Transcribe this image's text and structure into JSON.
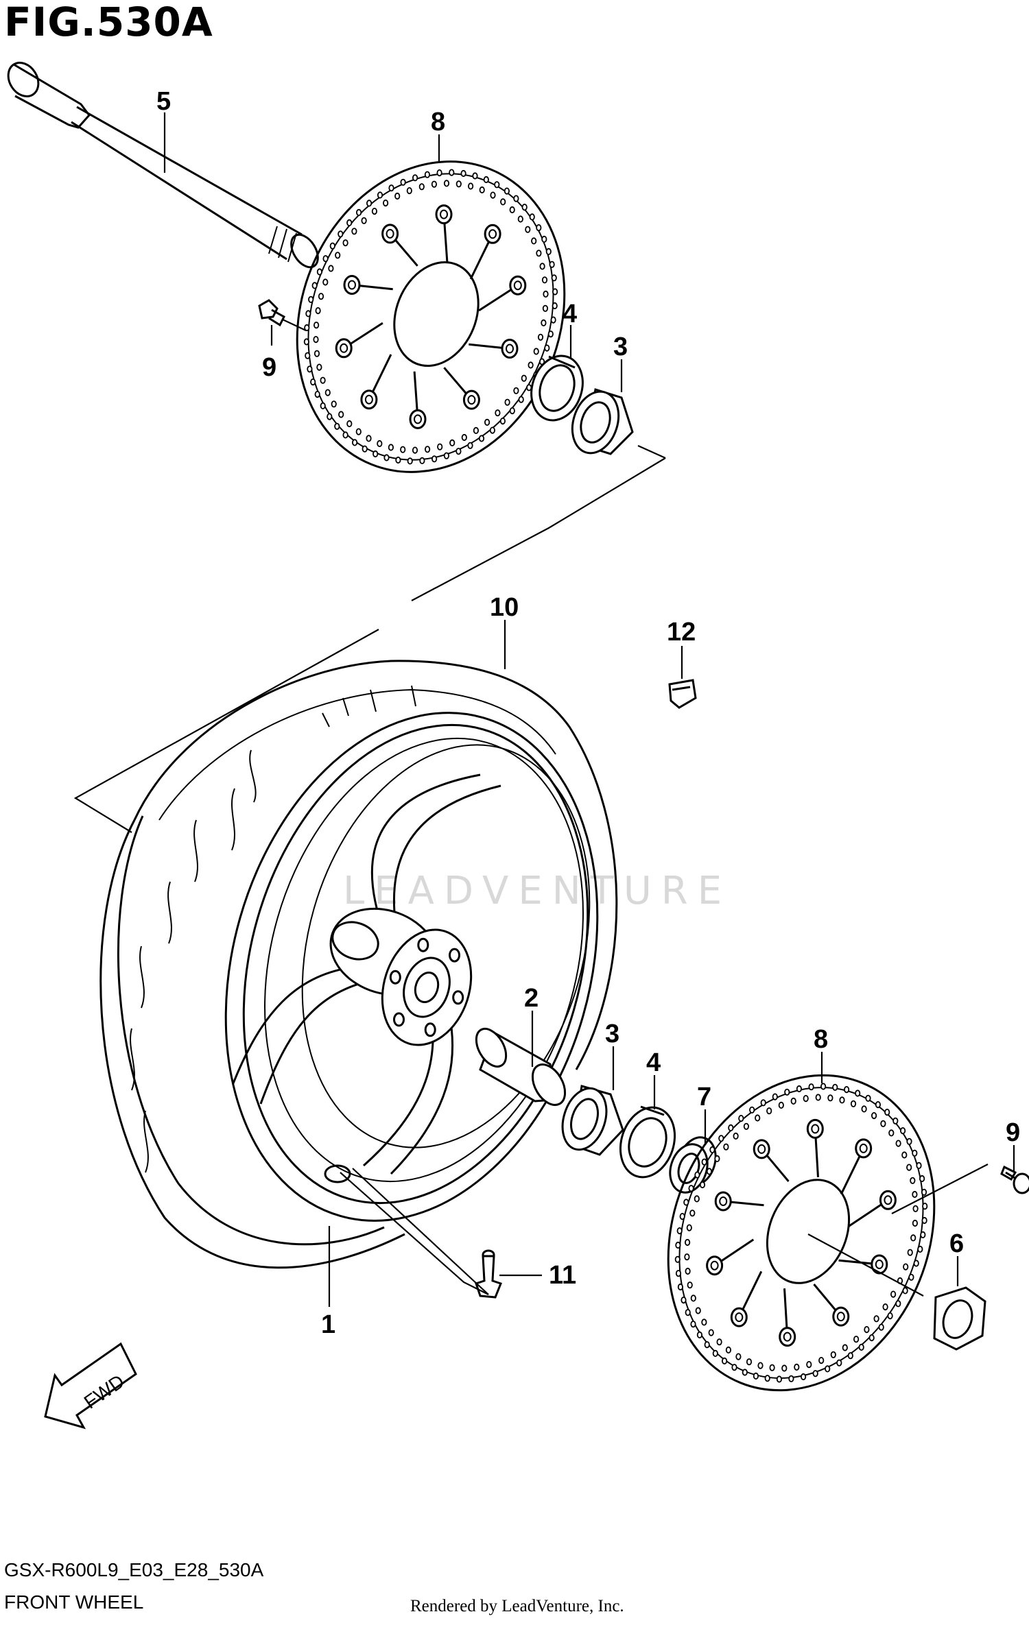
{
  "figure": {
    "title": "FIG.530A",
    "model_code": "GSX-R600L9_E03_E28_530A",
    "caption": "FRONT WHEEL",
    "rendered_by": "Rendered by LeadVenture, Inc.",
    "watermark": "LEADVENTURE",
    "fwd_label": "FWD"
  },
  "callouts": [
    {
      "id": "c5",
      "label": "5",
      "part": "front axle"
    },
    {
      "id": "c8a",
      "label": "8",
      "part": "brake disc (upper)"
    },
    {
      "id": "c9a",
      "label": "9",
      "part": "disc bolt (upper)"
    },
    {
      "id": "c4a",
      "label": "4",
      "part": "bearing (upper)"
    },
    {
      "id": "c3a",
      "label": "3",
      "part": "bearing (upper)"
    },
    {
      "id": "c10",
      "label": "10",
      "part": "tire"
    },
    {
      "id": "c12",
      "label": "12",
      "part": "balancer weight"
    },
    {
      "id": "c2",
      "label": "2",
      "part": "spacer"
    },
    {
      "id": "c3b",
      "label": "3",
      "part": "bearing"
    },
    {
      "id": "c4b",
      "label": "4",
      "part": "bearing"
    },
    {
      "id": "c7",
      "label": "7",
      "part": "dust seal"
    },
    {
      "id": "c8b",
      "label": "8",
      "part": "brake disc (lower)"
    },
    {
      "id": "c9b",
      "label": "9",
      "part": "disc bolt (lower)"
    },
    {
      "id": "c6",
      "label": "6",
      "part": "spacer collar"
    },
    {
      "id": "c11",
      "label": "11",
      "part": "valve"
    },
    {
      "id": "c1",
      "label": "1",
      "part": "front wheel"
    }
  ]
}
